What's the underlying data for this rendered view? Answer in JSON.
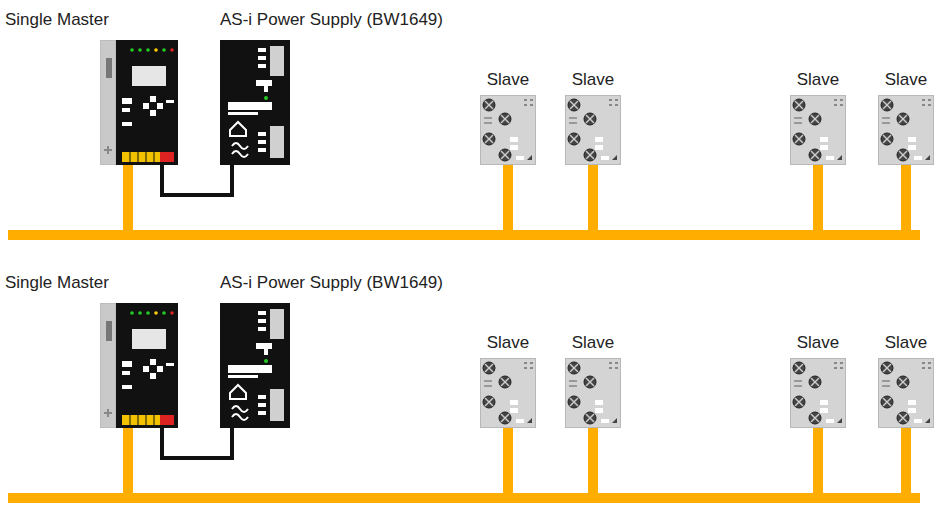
{
  "diagram": {
    "nodes": [
      {
        "text": [
          "Single Master"
        ]
      },
      {
        "text": [
          "AS-i Power Supply (BW1649)"
        ]
      },
      {
        "text": [
          "Slave"
        ]
      },
      {
        "text": [
          "Slave"
        ]
      },
      {
        "text": [
          "Slave"
        ]
      },
      {
        "text": [
          "Slave"
        ]
      },
      {
        "text": [
          "Single Master"
        ]
      },
      {
        "text": [
          "AS-i Power Supply (BW1649)"
        ]
      },
      {
        "text": [
          "Slave"
        ]
      },
      {
        "text": [
          "Slave"
        ]
      },
      {
        "text": [
          "Slave"
        ]
      },
      {
        "text": [
          "Slave"
        ]
      }
    ],
    "edges": [
      {
        "from": 0,
        "to": 1,
        "arrow": "none"
      },
      {
        "from": 0,
        "to": 2,
        "arrow": "none"
      },
      {
        "from": 0,
        "to": 3,
        "arrow": "none"
      },
      {
        "from": 0,
        "to": 4,
        "arrow": "none"
      },
      {
        "from": 0,
        "to": 5,
        "arrow": "none"
      },
      {
        "from": 6,
        "to": 7,
        "arrow": "none"
      },
      {
        "from": 6,
        "to": 8,
        "arrow": "none"
      },
      {
        "from": 6,
        "to": 9,
        "arrow": "none"
      },
      {
        "from": 6,
        "to": 10,
        "arrow": "none"
      },
      {
        "from": 6,
        "to": 11,
        "arrow": "none"
      }
    ]
  }
}
